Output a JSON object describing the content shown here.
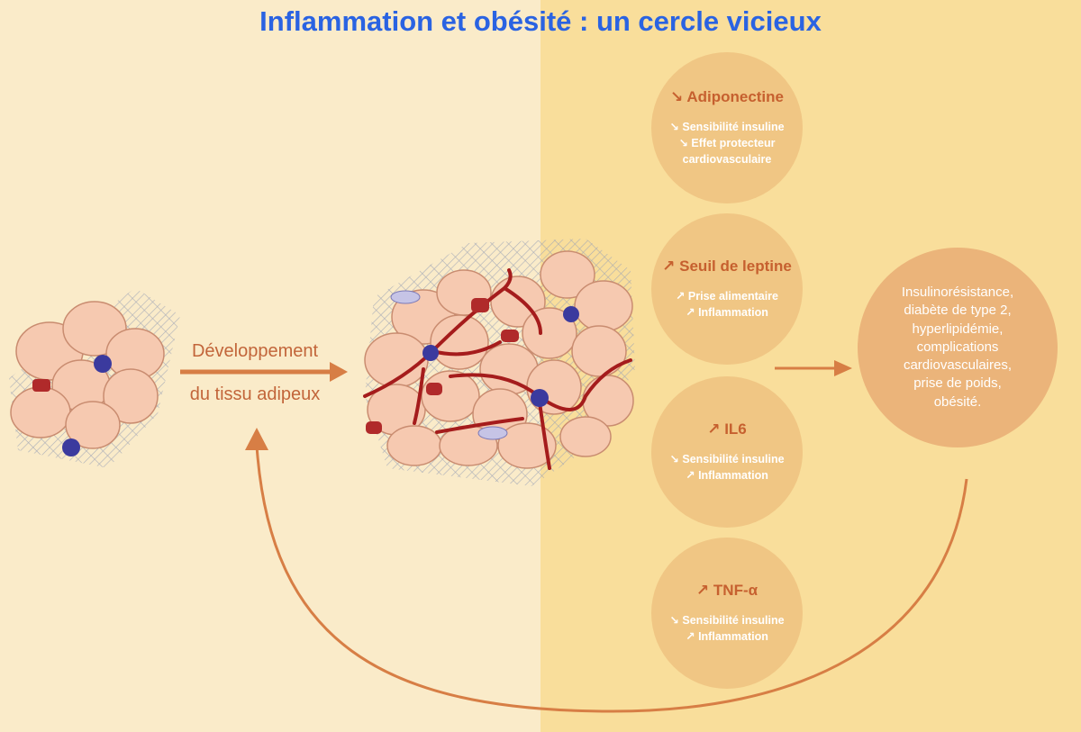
{
  "title": "Inflammation et obésité : un cercle vicieux",
  "development_label": [
    "Développement",
    "du tissu adipeux"
  ],
  "factors": [
    {
      "name": "Adiponectine",
      "trend": "↘",
      "effects": [
        "↘ Sensibilité insuline",
        "↘ Effet protecteur",
        "cardiovasculaire"
      ]
    },
    {
      "name": "Seuil de leptine",
      "trend": "↗",
      "effects": [
        "↗ Prise alimentaire",
        "↗ Inflammation"
      ]
    },
    {
      "name": "IL6",
      "trend": "↗",
      "effects": [
        "↘ Sensibilité insuline",
        "↗ Inflammation"
      ]
    },
    {
      "name": "TNF-α",
      "trend": "↗",
      "effects": [
        "↘ Sensibilité insuline",
        "↗ Inflammation"
      ]
    }
  ],
  "outcome_lines": [
    "Insulinorésistance,",
    "diabète de type 2,",
    "hyperlipidémie,",
    "complications",
    "cardiovasculaires,",
    "prise de poids,",
    "obésité."
  ],
  "colors": {
    "title": "#2A63E2",
    "accent": "#D77E45",
    "bg_left": "#FAEBC9",
    "bg_right": "#F9DE9B",
    "adipocyte": "#F6C9B0",
    "vessel": "#A51C1C",
    "macrophage": "#3B3A9E"
  }
}
